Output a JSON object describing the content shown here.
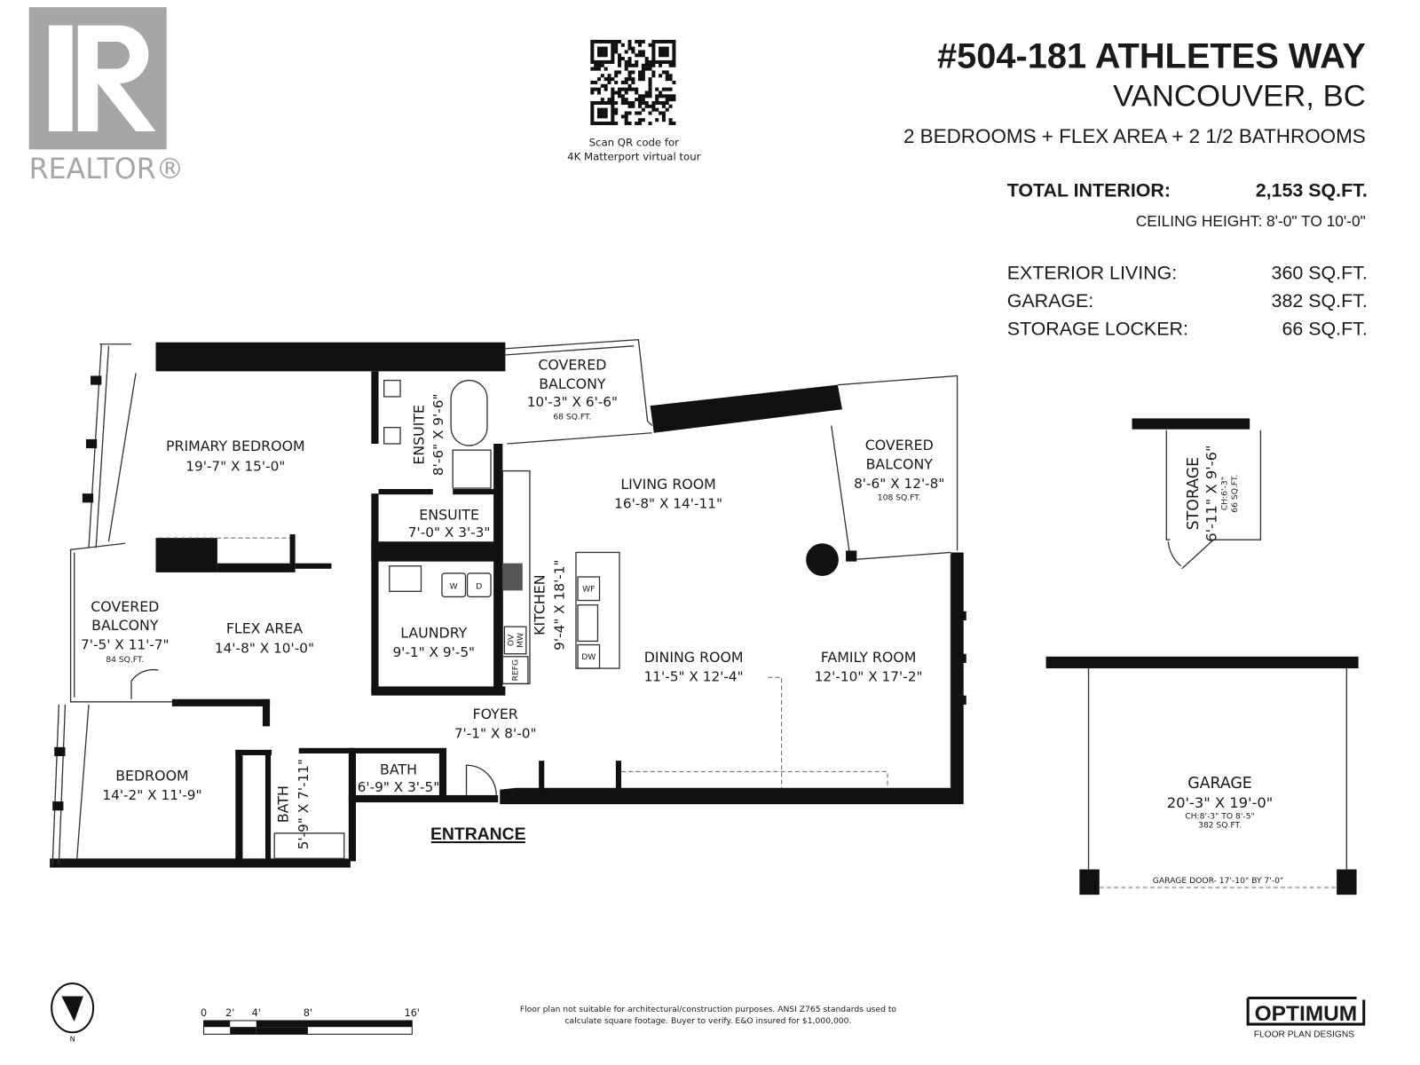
{
  "logo": {
    "brand": "REALTOR®",
    "color": "#a6a6a6"
  },
  "qr": {
    "caption_line1": "Scan QR code for",
    "caption_line2": "4K Matterport virtual tour"
  },
  "header": {
    "address": "#504-181 ATHLETES WAY",
    "city": "VANCOUVER, BC",
    "summary": "2 BEDROOMS + FLEX AREA + 2 1/2 BATHROOMS"
  },
  "stats": {
    "total_interior_label": "TOTAL INTERIOR:",
    "total_interior_value": "2,153 SQ.FT.",
    "ceiling_height": "CEILING HEIGHT: 8'-0\" TO 10'-0\"",
    "rows": [
      {
        "label": "EXTERIOR LIVING:",
        "value": "360 SQ.FT."
      },
      {
        "label": "GARAGE:",
        "value": "382 SQ.FT."
      },
      {
        "label": "STORAGE LOCKER:",
        "value": "66 SQ.FT."
      }
    ]
  },
  "rooms": {
    "primary_bedroom": {
      "name": "PRIMARY BEDROOM",
      "dims": "19'-7\" X 15'-0\""
    },
    "ensuite_main": {
      "name": "ENSUITE",
      "dims": "8'-6\" X 9'-6\""
    },
    "balcony_top": {
      "name1": "COVERED",
      "name2": "BALCONY",
      "dims": "10'-3\" X 6'-6\"",
      "area": "68 SQ.FT."
    },
    "living_room": {
      "name": "LIVING ROOM",
      "dims": "16'-8\" X 14'-11\""
    },
    "balcony_right": {
      "name1": "COVERED",
      "name2": "BALCONY",
      "dims": "8'-6\" X 12'-8\"",
      "area": "108 SQ.FT."
    },
    "ensuite_small": {
      "name": "ENSUITE",
      "dims": "7'-0\" X 3'-3\""
    },
    "balcony_left": {
      "name1": "COVERED",
      "name2": "BALCONY",
      "dims": "7'-5' X 11'-7\"",
      "area": "84 SQ.FT."
    },
    "flex_area": {
      "name": "FLEX AREA",
      "dims": "14'-8\" X 10'-0\""
    },
    "laundry": {
      "name": "LAUNDRY",
      "dims": "9'-1\" X 9'-5\""
    },
    "kitchen": {
      "name": "KITCHEN",
      "dims": "9'-4\" X 18'-1\""
    },
    "dining_room": {
      "name": "DINING ROOM",
      "dims": "11'-5\" X 12'-4\""
    },
    "family_room": {
      "name": "FAMILY ROOM",
      "dims": "12'-10\" X 17'-2\""
    },
    "foyer": {
      "name": "FOYER",
      "dims": "7'-1\" X 8'-0\""
    },
    "bedroom": {
      "name": "BEDROOM",
      "dims": "14'-2\" X 11'-9\""
    },
    "bath_vertical": {
      "name": "BATH",
      "dims": "5'-9\" X 7'-11\""
    },
    "bath_small": {
      "name": "BATH",
      "dims": "6'-9\" X 3'-5\""
    },
    "storage": {
      "name": "STORAGE",
      "dims": "6'-11\" X 9'-6\"",
      "ceiling": "CH:6'-3\"",
      "area": "66 SQ.FT."
    },
    "garage": {
      "name": "GARAGE",
      "dims": "20'-3\" X 19'-0\"",
      "ceiling": "CH:8'-3\" TO 8'-5\"",
      "area": "382 SQ.FT.",
      "door": "GARAGE DOOR- 17'-10\" BY 7'-0\""
    }
  },
  "appliances": {
    "washer": "W",
    "dryer": "D",
    "wine_fridge": "WF",
    "dishwasher": "DW",
    "oven": "OV",
    "microwave": "MW",
    "fridge": "REFG"
  },
  "entrance": "ENTRANCE",
  "scale": {
    "ticks": [
      "0",
      "2'",
      "4'",
      "8'",
      "16'"
    ]
  },
  "compass": {
    "north": "N"
  },
  "disclaimer": {
    "line1": "Floor plan not suitable for architectural/construction purposes. ANSI Z765 standards used to",
    "line2": "calculate square footage. Buyer to verify. E&O insured for $1,000,000."
  },
  "company": {
    "name": "OPTIMUM",
    "tagline": "FLOOR PLAN DESIGNS"
  }
}
